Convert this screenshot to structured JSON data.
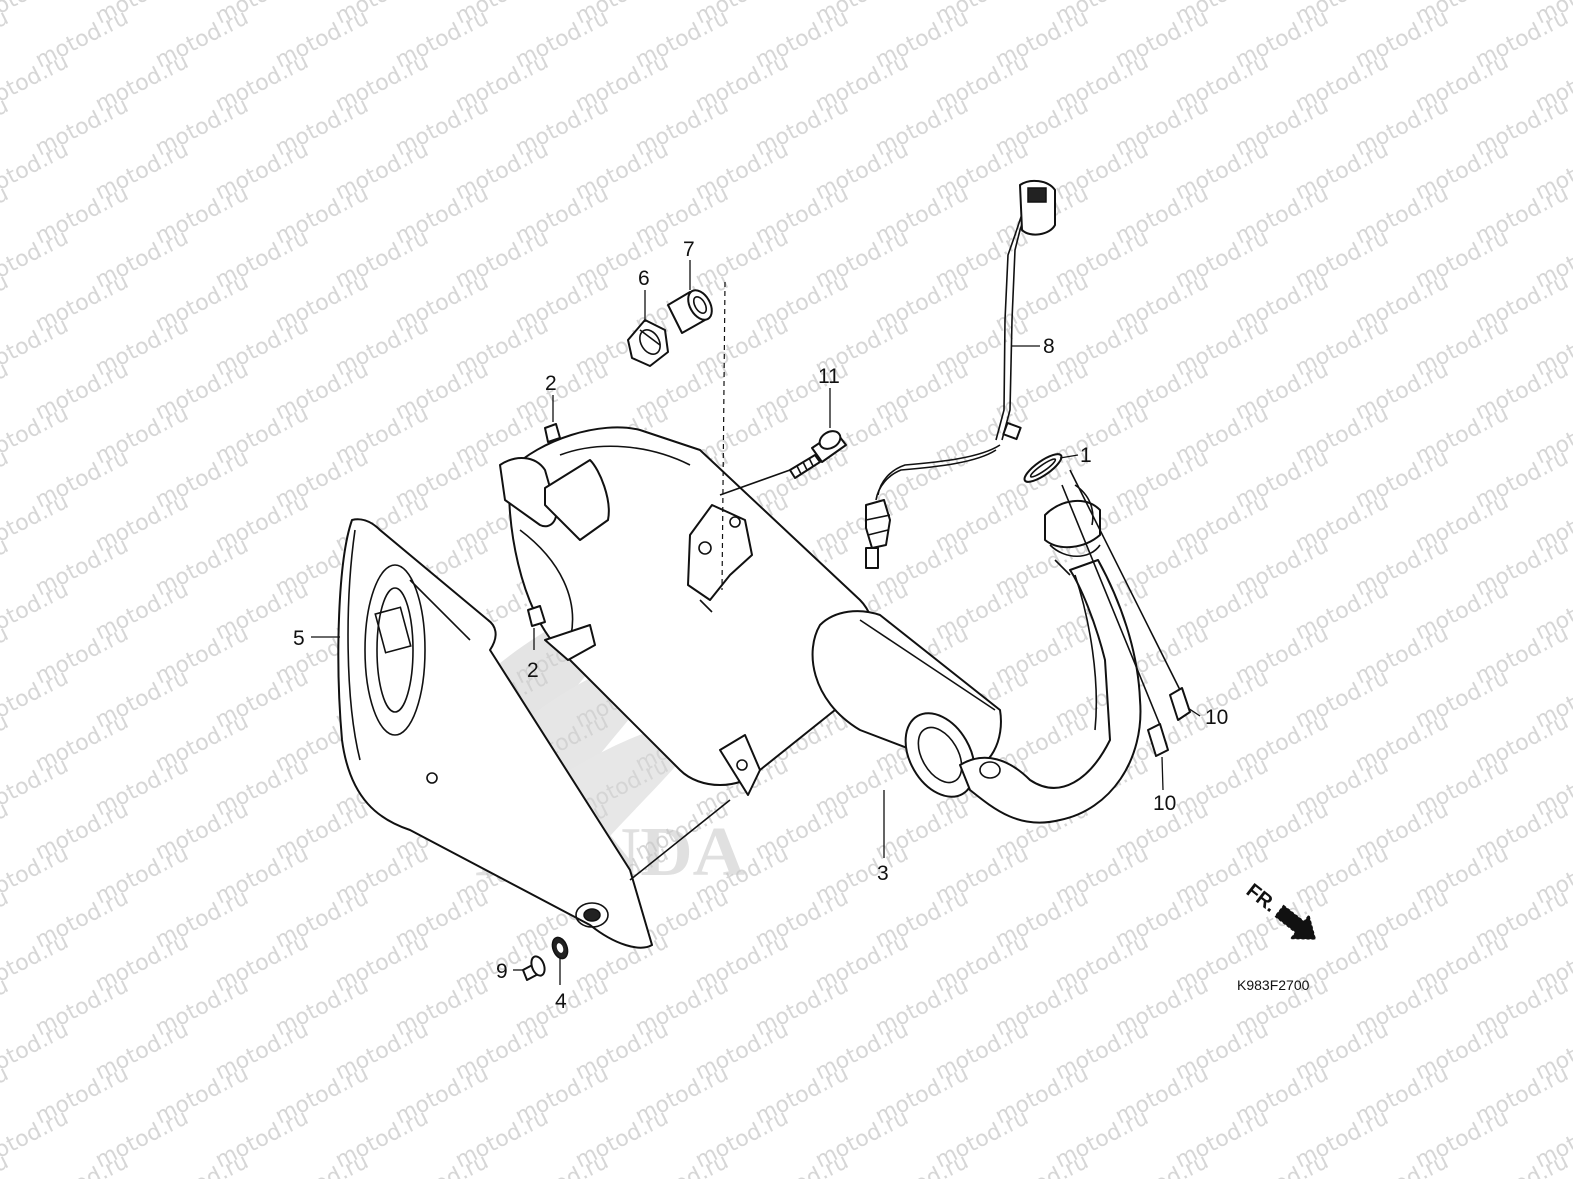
{
  "watermark": {
    "text": "motod.ru",
    "color": "#d6d6d6"
  },
  "emblem": {
    "text": "HONDA",
    "color": "#c8c8c8"
  },
  "callouts": [
    {
      "id": "c1",
      "label": "1"
    },
    {
      "id": "c2a",
      "label": "2"
    },
    {
      "id": "c2b",
      "label": "2"
    },
    {
      "id": "c3",
      "label": "3"
    },
    {
      "id": "c4",
      "label": "4"
    },
    {
      "id": "c5",
      "label": "5"
    },
    {
      "id": "c6",
      "label": "6"
    },
    {
      "id": "c7",
      "label": "7"
    },
    {
      "id": "c8",
      "label": "8"
    },
    {
      "id": "c9",
      "label": "9"
    },
    {
      "id": "c10a",
      "label": "10"
    },
    {
      "id": "c10b",
      "label": "10"
    },
    {
      "id": "c11",
      "label": "11"
    }
  ],
  "front_indicator": {
    "label": "FR.",
    "icon": "arrow-down-right-icon"
  },
  "diagram_code": "K983F2700"
}
